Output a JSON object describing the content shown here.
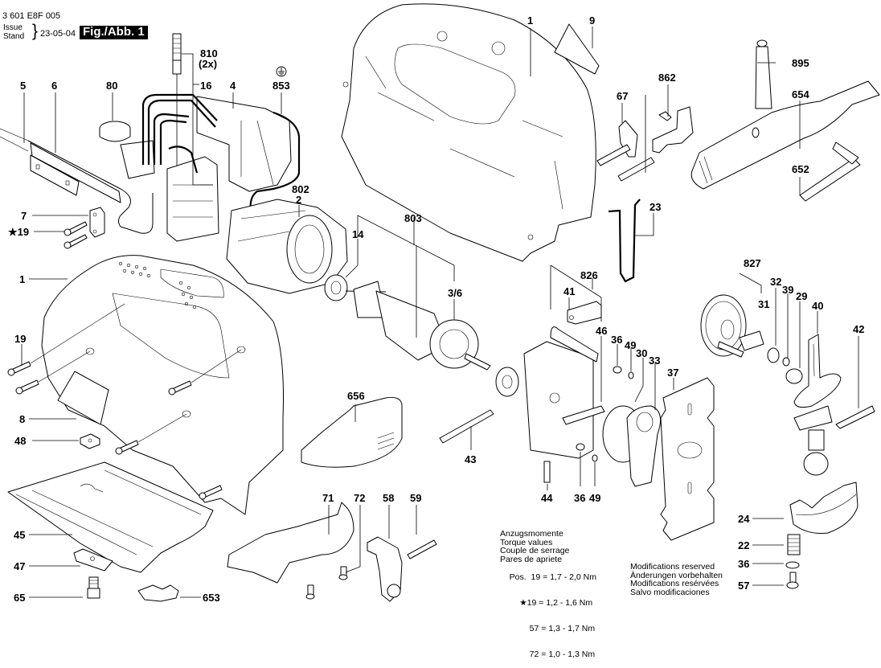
{
  "header": {
    "doc_code": "3 601 E8F 005",
    "issue_label_top": "Issue",
    "issue_label_bottom": "Stand",
    "brace": "}",
    "issue_date": "23-05-04",
    "figure_label": "Fig./Abb. 1"
  },
  "torque_note": {
    "titles": [
      "Anzugsmomente",
      "Torque values",
      "Couple de serrage",
      "Pares de apriete"
    ],
    "rows": [
      {
        "prefix": "Pos.",
        "star": "",
        "pos": "19",
        "value": "1,7 - 2,0 Nm"
      },
      {
        "prefix": "",
        "star": "★",
        "pos": "19",
        "value": "1,2 - 1,6 Nm"
      },
      {
        "prefix": "",
        "star": "",
        "pos": "57",
        "value": "1,3 - 1,7 Nm"
      },
      {
        "prefix": "",
        "star": "",
        "pos": "72",
        "value": "1,0 - 1,3 Nm"
      }
    ]
  },
  "modifications_note": [
    "Modifications reserved",
    "Änderungen vorbehalten",
    "Modifications resérvées",
    "Salvo modificaciones"
  ],
  "callouts": {
    "c5": "5",
    "c6": "6",
    "c80": "80",
    "c810": "810",
    "c810q": "(2x)",
    "c16": "16",
    "c4": "4",
    "c853": "853",
    "c1top": "1",
    "c9": "9",
    "c895": "895",
    "c862": "862",
    "c67": "67",
    "c654": "654",
    "c652": "652",
    "c23": "23",
    "c802": "802",
    "c2": "2",
    "c7": "7",
    "c19star": "★19",
    "c14": "14",
    "c803": "803",
    "c36x6": "3/6",
    "c1left": "1",
    "c826": "826",
    "c41": "41",
    "c46": "46",
    "c827": "827",
    "c32": "32",
    "c39": "39",
    "c31": "31",
    "c29": "29",
    "c40": "40",
    "c42": "42",
    "c19": "19",
    "c36a": "36",
    "c49a": "49",
    "c30": "30",
    "c33": "33",
    "c37": "37",
    "c8": "8",
    "c656": "656",
    "c48": "48",
    "c43": "43",
    "c44": "44",
    "c36b": "36",
    "c49b": "49",
    "c71": "71",
    "c72": "72",
    "c58": "58",
    "c59": "59",
    "c24": "24",
    "c22": "22",
    "c36c": "36",
    "c57": "57",
    "c45": "45",
    "c47": "47",
    "c65": "65",
    "c653": "653"
  },
  "symbols": {
    "ground": "ground-symbol"
  }
}
